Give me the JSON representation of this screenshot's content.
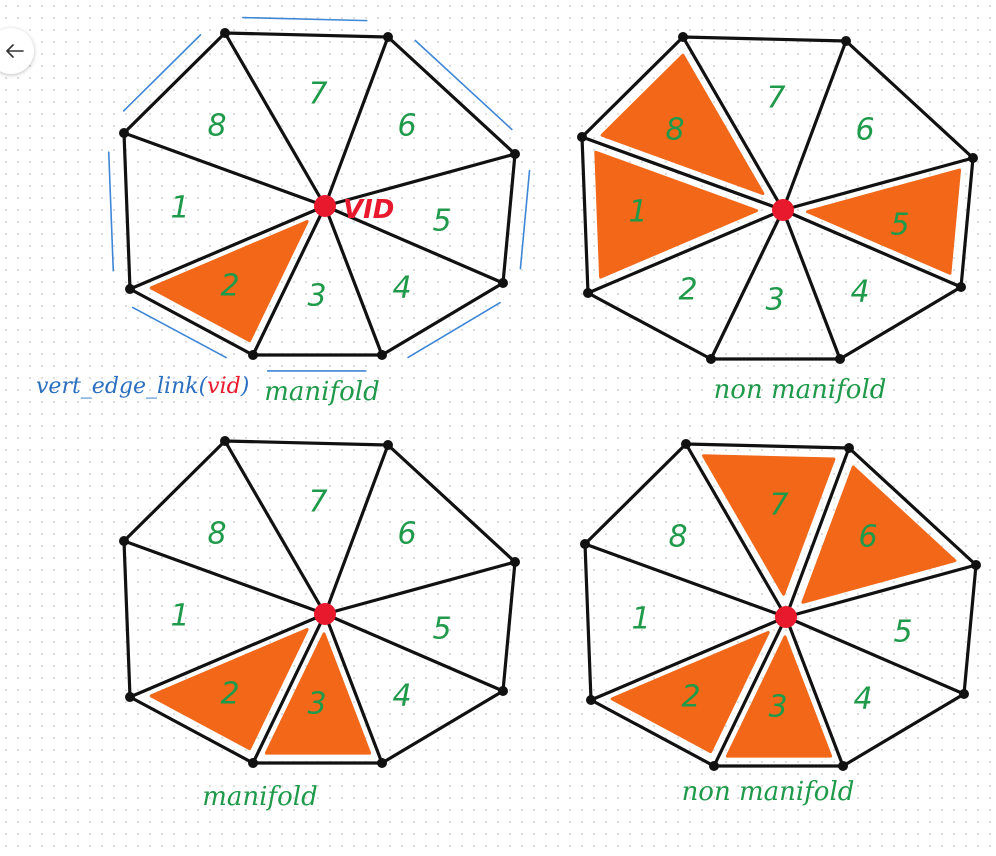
{
  "colors": {
    "edge": "#111111",
    "highlight_fill": "#f26718",
    "face_number": "#1f9a4a",
    "center_vertex": "#e8192c",
    "link_annotation": "#2a6fc0"
  },
  "icons": {
    "back": "arrow-left-icon"
  },
  "annotation": {
    "vid_label": "VID",
    "link_prefix": "vert_edge_link(",
    "link_arg": "vid",
    "link_suffix": ")"
  },
  "diagrams": [
    {
      "id": "top-left",
      "caption": "manifold",
      "highlighted_faces": [
        "2"
      ],
      "show_link": true
    },
    {
      "id": "top-right",
      "caption": "non manifold",
      "highlighted_faces": [
        "8",
        "1",
        "5"
      ],
      "show_link": false
    },
    {
      "id": "bottom-left",
      "caption": "manifold",
      "highlighted_faces": [
        "2",
        "3"
      ],
      "show_link": false
    },
    {
      "id": "bottom-right",
      "caption": "non manifold",
      "highlighted_faces": [
        "7",
        "6",
        "2",
        "3"
      ],
      "show_link": false
    }
  ],
  "face_numbers": [
    "1",
    "2",
    "3",
    "4",
    "5",
    "6",
    "7",
    "8"
  ]
}
